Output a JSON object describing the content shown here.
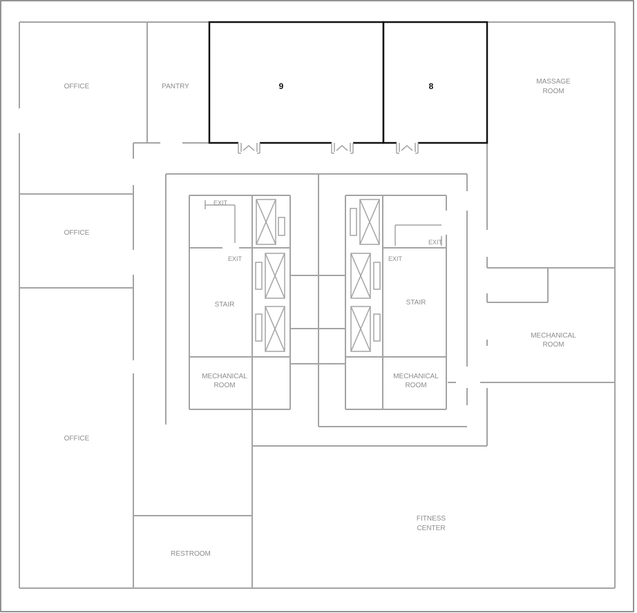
{
  "suites": [
    {
      "id": "suite-9",
      "label": "9"
    },
    {
      "id": "suite-8",
      "label": "8"
    }
  ],
  "rooms": {
    "office_top": "OFFICE",
    "office_mid": "OFFICE",
    "office_bottom": "OFFICE",
    "pantry": "PANTRY",
    "massage_1": "MASSAGE",
    "massage_2": "ROOM",
    "mech_right_1": "MECHANICAL",
    "mech_right_2": "ROOM",
    "stair_left": "STAIR",
    "stair_right": "STAIR",
    "mech_left_1": "MECHANICAL",
    "mech_left_2": "ROOM",
    "mech_center_1": "MECHANICAL",
    "mech_center_2": "ROOM",
    "fitness_1": "FITNESS",
    "fitness_2": "CENTER",
    "restroom": "RESTROOM"
  },
  "exits": {
    "left_top": "EXIT",
    "left_bottom": "EXIT",
    "right_top": "EXIT",
    "right_bottom": "EXIT"
  },
  "colors": {
    "wall": "#a3a3a3",
    "suite_outline": "#111111",
    "label": "#8c8c8c"
  }
}
